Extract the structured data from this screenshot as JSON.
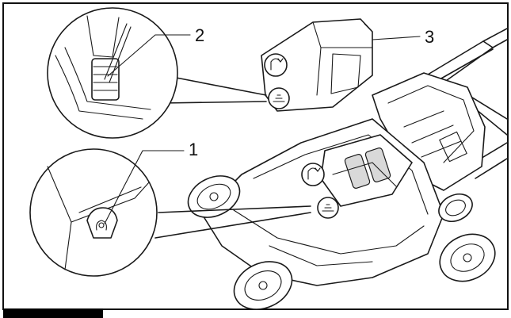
{
  "callouts": [
    {
      "id": "1",
      "label": "1"
    },
    {
      "id": "2",
      "label": "2"
    },
    {
      "id": "3",
      "label": "3"
    }
  ],
  "icons": {
    "detail_2": "clip-spring-detail-icon",
    "detail_1": "latch-hook-detail-icon",
    "lock_symbol": "lock-arrow-icon",
    "battery_symbol": "battery-symbol-icon"
  },
  "colors": {
    "line": "#1a1a1a",
    "fill": "#ffffff",
    "footer_bar": "#000000"
  }
}
